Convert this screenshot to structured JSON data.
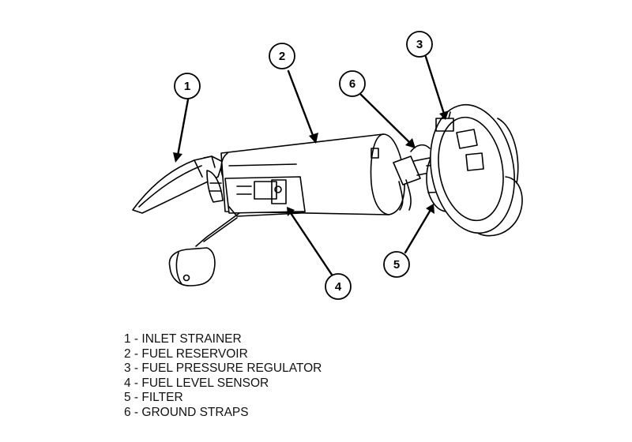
{
  "diagram": {
    "callouts": [
      "1",
      "2",
      "3",
      "4",
      "5",
      "6"
    ]
  },
  "legend": [
    "1 - INLET STRAINER",
    "2 - FUEL RESERVOIR",
    "3 - FUEL PRESSURE REGULATOR",
    "4 - FUEL LEVEL SENSOR",
    "5 - FILTER",
    "6 - GROUND STRAPS"
  ]
}
